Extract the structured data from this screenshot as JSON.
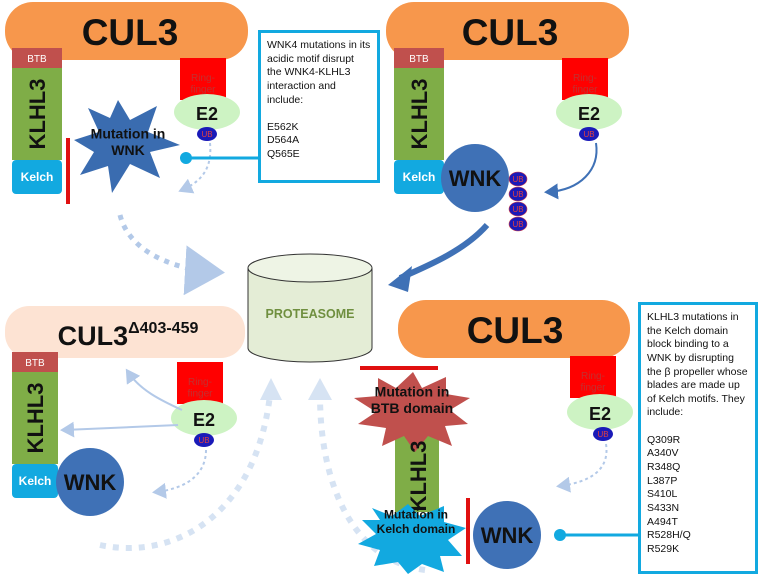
{
  "colors": {
    "cul3": "#f7974c",
    "cul3_pale": "#fde3d3",
    "btb": "#c0504d",
    "klhl3": "#7fad47",
    "kelch": "#12a9e0",
    "ring": "#ff0000",
    "ring_text": "#c23030",
    "e2": "#cdf3c3",
    "ub": "#1a1ab8",
    "ub_text": "#e04040",
    "wnk": "#3f71b6",
    "wnk_mut": "#3a6cb0",
    "btb_mut": "#c0504d",
    "proteasome": "#e4edd6",
    "red_bar": "#e01010",
    "dotted": "#b3c9e8",
    "arrow": "#3f71b6"
  },
  "panel_tl": {
    "cul3": "CUL3",
    "btb": "BTB",
    "klhl3": "KLHL3",
    "kelch": "Kelch",
    "ring": "Ring-finger",
    "e2": "E2",
    "ub": "UB",
    "mutation": "Mutation in WNK"
  },
  "panel_tr": {
    "cul3": "CUL3",
    "btb": "BTB",
    "klhl3": "KLHL3",
    "kelch": "Kelch",
    "ring": "Ring-finger",
    "e2": "E2",
    "ub": "UB",
    "wnk": "WNK",
    "ub_chain": [
      "UB",
      "UB",
      "UB",
      "UB"
    ]
  },
  "panel_bl": {
    "cul3": "CUL3",
    "cul3_sup": "Δ403-459",
    "btb": "BTB",
    "klhl3": "KLHL3",
    "kelch": "Kelch",
    "ring": "Ring-finger",
    "e2": "E2",
    "ub": "UB",
    "wnk": "WNK"
  },
  "panel_br": {
    "cul3": "CUL3",
    "klhl3": "KLHL3",
    "ring": "Ring-finger",
    "e2": "E2",
    "ub": "UB",
    "wnk": "WNK",
    "btb_mutation": "Mutation in BTB domain",
    "kelch_mutation": "Mutation in Kelch domain"
  },
  "proteasome": "PROTEASOME",
  "note_wnk4": "WNK4 mutations in its acidic motif disrupt the WNK4-KLHL3 interaction and include:\n\nE562K\nD564A\nQ565E",
  "note_klhl3": "KLHL3 mutations in the Kelch domain block binding to a WNK by disrupting the β propeller whose blades are made up of Kelch motifs. They include:\n\nQ309R\nA340V\nR348Q\nL387P\nS410L\nS433N\nA494T\nR528H/Q\nR529K"
}
